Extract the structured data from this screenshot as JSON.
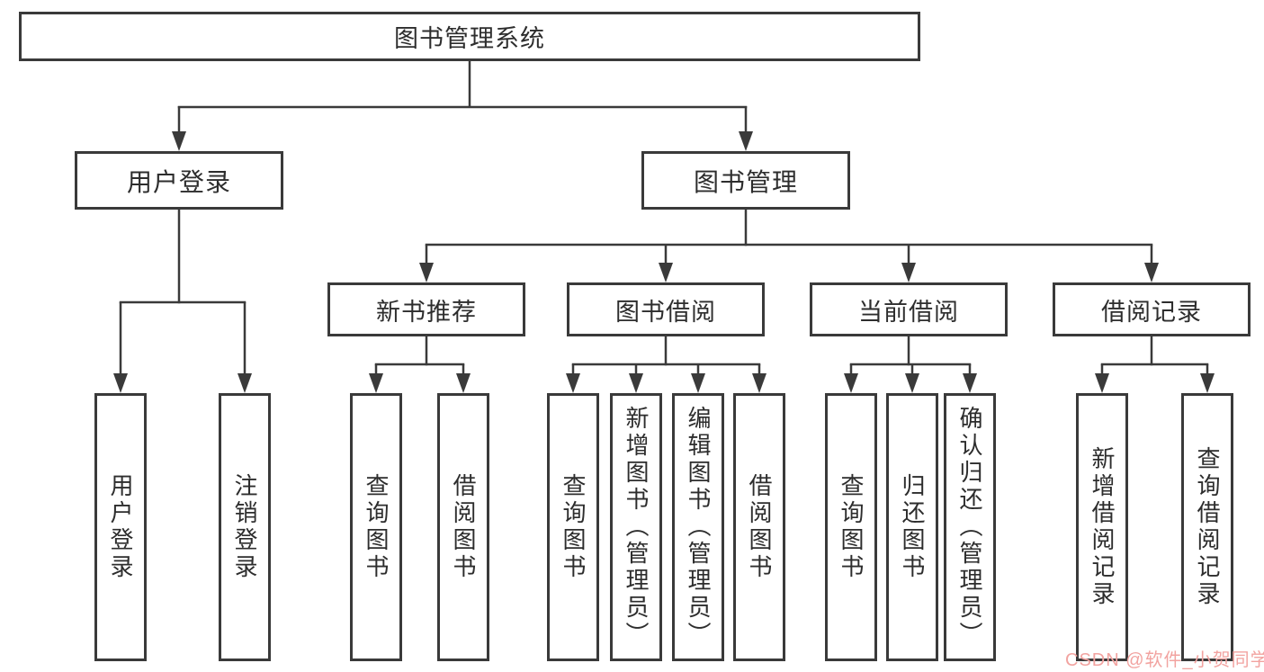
{
  "diagram": {
    "tree": {
      "label": "图书管理系统",
      "children": [
        {
          "label": "用户登录",
          "children": [
            {
              "label": "用户登录"
            },
            {
              "label": "注销登录"
            }
          ]
        },
        {
          "label": "图书管理",
          "children": [
            {
              "label": "新书推荐",
              "children": [
                {
                  "label": "查询图书"
                },
                {
                  "label": "借阅图书"
                }
              ]
            },
            {
              "label": "图书借阅",
              "children": [
                {
                  "label": "查询图书"
                },
                {
                  "label": "新增图书（管理员）"
                },
                {
                  "label": "编辑图书（管理员）"
                },
                {
                  "label": "借阅图书"
                }
              ]
            },
            {
              "label": "当前借阅",
              "children": [
                {
                  "label": "查询图书"
                },
                {
                  "label": "归还图书"
                },
                {
                  "label": "确认归还（管理员）"
                }
              ]
            },
            {
              "label": "借阅记录",
              "children": [
                {
                  "label": "新增借阅记录"
                },
                {
                  "label": "查询借阅记录"
                }
              ]
            }
          ]
        }
      ]
    },
    "colors": {
      "line": "#3a3a3a",
      "text": "#2d2d2d",
      "background": "#ffffff",
      "watermark": "#f2a3a0"
    }
  },
  "watermark": {
    "text": "CSDN @软件_小贺同学"
  }
}
